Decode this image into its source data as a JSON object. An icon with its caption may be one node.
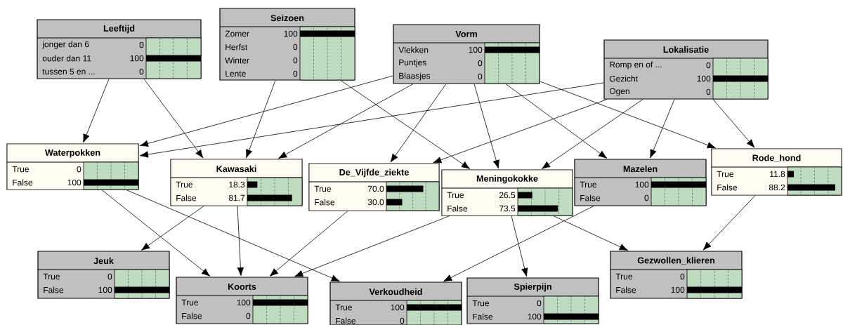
{
  "diagram": {
    "nodes": [
      {
        "text": [
          "Leeftijd",
          "jonger dan 6",
          "0",
          "ouder dan 11",
          "100",
          "tussen 5 en ...",
          "0"
        ]
      },
      {
        "text": [
          "Seizoen",
          "Zomer",
          "100",
          "Herfst",
          "0",
          "Winter",
          "0",
          "Lente",
          "0"
        ]
      },
      {
        "text": [
          "Vorm",
          "Vlekken",
          "100",
          "Puntjes",
          "0",
          "Blaasjes",
          "0"
        ]
      },
      {
        "text": [
          "Lokalisatie",
          "Romp en of ...",
          "0",
          "Gezicht",
          "100",
          "Ogen",
          "0"
        ]
      },
      {
        "text": [
          "Waterpokken",
          "True",
          "0",
          "False",
          "100"
        ]
      },
      {
        "text": [
          "Kawasaki",
          "True",
          "18.3",
          "False",
          "81.7"
        ]
      },
      {
        "text": [
          "De_Vijfde_ziekte",
          "True",
          "70.0",
          "False",
          "30.0"
        ]
      },
      {
        "text": [
          "Meningokokke",
          "True",
          "26.5",
          "False",
          "73.5"
        ]
      },
      {
        "text": [
          "Mazelen",
          "True",
          "100",
          "False",
          "0"
        ]
      },
      {
        "text": [
          "Rode_hond",
          "True",
          "11.8",
          "False",
          "88.2"
        ]
      },
      {
        "text": [
          "Jeuk",
          "True",
          "0",
          "False",
          "100"
        ]
      },
      {
        "text": [
          "Koorts",
          "True",
          "100",
          "False",
          "0"
        ]
      },
      {
        "text": [
          "Verkoudheid",
          "True",
          "100",
          "False",
          "0"
        ]
      },
      {
        "text": [
          "Spierpijn",
          "True",
          "0",
          "False",
          "100"
        ]
      },
      {
        "text": [
          "Gezwollen_klieren",
          "True",
          "0",
          "False",
          "100"
        ]
      }
    ],
    "edges": [
      {
        "from": 0,
        "to": 4,
        "arrow": "to"
      },
      {
        "from": 0,
        "to": 5,
        "arrow": "to"
      },
      {
        "from": 1,
        "to": 5,
        "arrow": "to"
      },
      {
        "from": 1,
        "to": 7,
        "arrow": "to"
      },
      {
        "from": 2,
        "to": 4,
        "arrow": "to"
      },
      {
        "from": 2,
        "to": 5,
        "arrow": "to"
      },
      {
        "from": 2,
        "to": 6,
        "arrow": "to"
      },
      {
        "from": 2,
        "to": 7,
        "arrow": "to"
      },
      {
        "from": 2,
        "to": 8,
        "arrow": "to"
      },
      {
        "from": 2,
        "to": 9,
        "arrow": "to"
      },
      {
        "from": 3,
        "to": 4,
        "arrow": "to"
      },
      {
        "from": 3,
        "to": 6,
        "arrow": "to"
      },
      {
        "from": 3,
        "to": 7,
        "arrow": "to"
      },
      {
        "from": 3,
        "to": 8,
        "arrow": "to"
      },
      {
        "from": 3,
        "to": 9,
        "arrow": "to"
      },
      {
        "from": 4,
        "to": 11,
        "arrow": "to"
      },
      {
        "from": 4,
        "to": 12,
        "arrow": "to"
      },
      {
        "from": 5,
        "to": 10,
        "arrow": "to"
      },
      {
        "from": 5,
        "to": 11,
        "arrow": "to"
      },
      {
        "from": 6,
        "to": 11,
        "arrow": "to"
      },
      {
        "from": 7,
        "to": 11,
        "arrow": "to"
      },
      {
        "from": 7,
        "to": 13,
        "arrow": "to"
      },
      {
        "from": 7,
        "to": 14,
        "arrow": "to"
      },
      {
        "from": 8,
        "to": 12,
        "arrow": "to"
      },
      {
        "from": 9,
        "to": 14,
        "arrow": "to"
      }
    ]
  }
}
